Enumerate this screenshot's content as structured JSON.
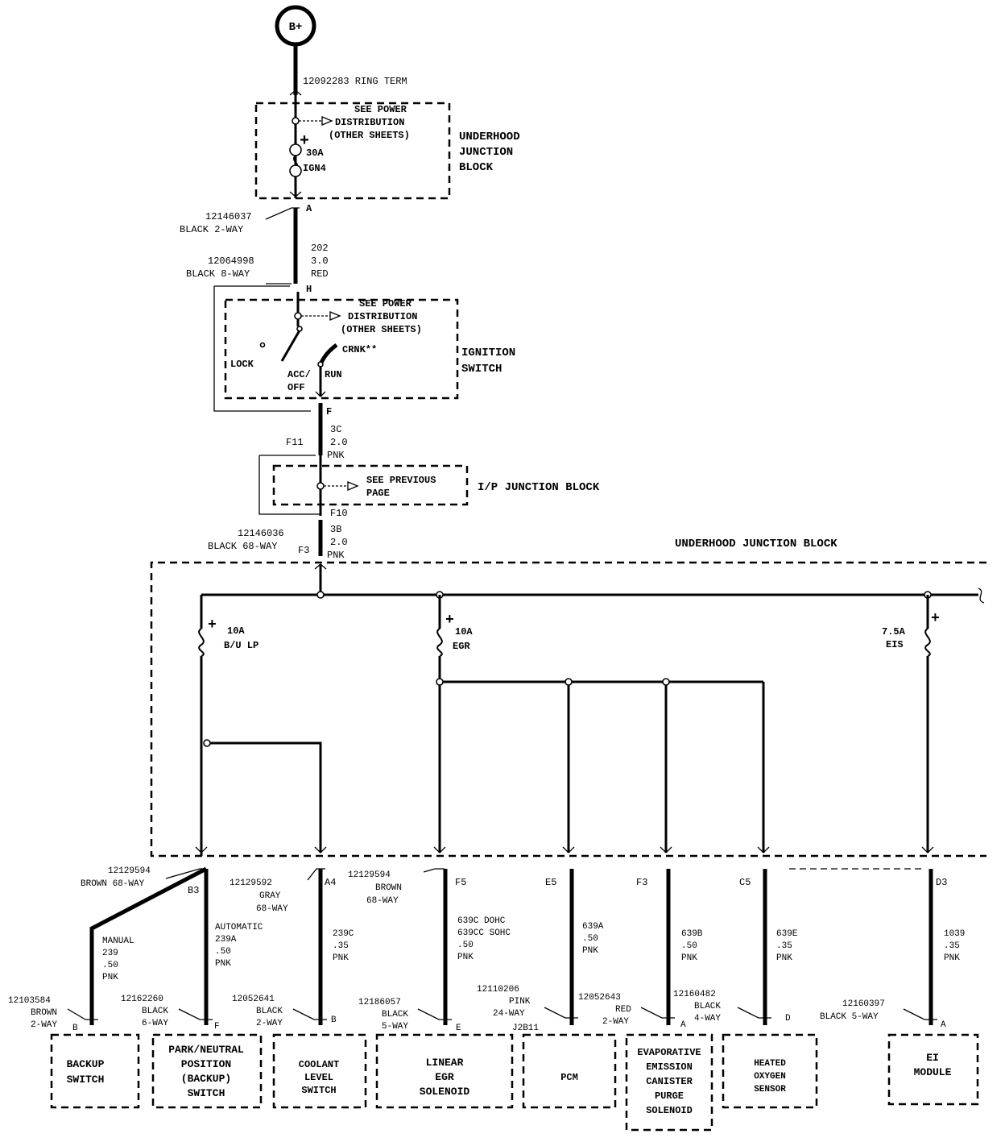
{
  "battery": {
    "label": "B+"
  },
  "ring_term": "12092283  RING TERM",
  "uh_block_top": {
    "name": [
      "UNDERHOOD",
      "JUNCTION",
      "BLOCK"
    ],
    "see_power": [
      "SEE POWER",
      "DISTRIBUTION",
      "(OTHER SHEETS)"
    ],
    "fuse": [
      "30A",
      "IGN4"
    ]
  },
  "conn_A": {
    "part": "12146037",
    "desc": "BLACK 2-WAY",
    "pin": "A"
  },
  "wire_202": [
    "202",
    "3.0",
    "RED"
  ],
  "conn_H": {
    "part": "12064998",
    "desc": "BLACK 8-WAY",
    "pin": "H"
  },
  "ignition": {
    "name": [
      "IGNITION",
      "SWITCH"
    ],
    "see_power": [
      "SEE POWER",
      "DISTRIBUTION",
      "(OTHER SHEETS)"
    ],
    "positions": {
      "lock": "LOCK",
      "acc": "ACC/",
      "off": "OFF",
      "run": "RUN",
      "crnk": "CRNK**"
    }
  },
  "conn_F": {
    "pin": "F"
  },
  "wire_3C": [
    "3C",
    "2.0",
    "PNK"
  ],
  "f11": "F11",
  "ip_block": {
    "name": "I/P JUNCTION BLOCK",
    "see": [
      "SEE  PREVIOUS",
      "PAGE"
    ],
    "f10": "F10"
  },
  "conn_F3": {
    "part": "12146036",
    "desc": "BLACK 68-WAY",
    "pin": "F3"
  },
  "wire_3B": [
    "3B",
    "2.0",
    "PNK"
  ],
  "uh_block_main": {
    "name": "UNDERHOOD JUNCTION BLOCK"
  },
  "fuses": [
    {
      "amps": "10A",
      "name": "B/U LP",
      "plus": "+"
    },
    {
      "amps": "10A",
      "name": "EGR",
      "plus": "+"
    },
    {
      "amps": "7.5A",
      "name": "EIS",
      "plus": "+"
    }
  ],
  "mid_connectors": {
    "brown68": {
      "part": "12129594",
      "desc": "BROWN 68-WAY"
    },
    "b3": "B3",
    "gray68": {
      "part": "12129592",
      "desc1": "GRAY",
      "desc2": "68-WAY"
    },
    "a4": "A4",
    "brown68b": {
      "part": "12129594",
      "desc1": "BROWN",
      "desc2": "68-WAY"
    },
    "f5": "F5",
    "e5": "E5",
    "f3": "F3",
    "c5": "C5",
    "d3": "D3"
  },
  "wires": {
    "manual": [
      "MANUAL",
      "239",
      ".50",
      "PNK"
    ],
    "automatic": [
      "AUTOMATIC",
      "239A",
      ".50",
      "PNK"
    ],
    "w239c": [
      "239C",
      ".35",
      "PNK"
    ],
    "w639c": [
      "639C DOHC",
      "639CC SOHC",
      ".50",
      "PNK"
    ],
    "w639a": [
      "639A",
      ".50",
      "PNK"
    ],
    "w639b": [
      "639B",
      ".50",
      "PNK"
    ],
    "w639e": [
      "639E",
      ".35",
      "PNK"
    ],
    "w1039": [
      "1039",
      ".35",
      "PNK"
    ]
  },
  "device_connectors": [
    {
      "part": "12103584",
      "desc1": "BROWN",
      "desc2": "2-WAY",
      "pin": "B"
    },
    {
      "part": "12162260",
      "desc1": "BLACK",
      "desc2": "6-WAY",
      "pin": "F"
    },
    {
      "part": "12052641",
      "desc1": "BLACK",
      "desc2": "2-WAY",
      "pin": "B"
    },
    {
      "part": "12186057",
      "desc1": "BLACK",
      "desc2": "5-WAY",
      "pin": "E"
    },
    {
      "part": "12110206",
      "desc1": "PINK",
      "desc2": "24-WAY",
      "desc3": "J2B11"
    },
    {
      "part": "12052643",
      "desc1": "RED",
      "desc2": "2-WAY",
      "pin": "A"
    },
    {
      "part": "12160482",
      "desc1": "BLACK",
      "desc2": "4-WAY",
      "pin": "D"
    },
    {
      "part": "12160397",
      "desc1": "BLACK 5-WAY",
      "pin": "A"
    }
  ],
  "devices": [
    {
      "lines": [
        "BACKUP",
        "SWITCH"
      ]
    },
    {
      "lines": [
        "PARK/NEUTRAL",
        "POSITION",
        "(BACKUP)",
        "SWITCH"
      ]
    },
    {
      "lines": [
        "COOLANT",
        "LEVEL",
        "SWITCH"
      ]
    },
    {
      "lines": [
        "LINEAR",
        "EGR",
        "SOLENOID"
      ]
    },
    {
      "lines": [
        "PCM"
      ]
    },
    {
      "lines": [
        "EVAPORATIVE",
        "EMISSION",
        "CANISTER",
        "PURGE",
        "SOLENOID"
      ]
    },
    {
      "lines": [
        "HEATED",
        "OXYGEN",
        "SENSOR"
      ]
    },
    {
      "lines": [
        "EI",
        "MODULE"
      ]
    }
  ]
}
